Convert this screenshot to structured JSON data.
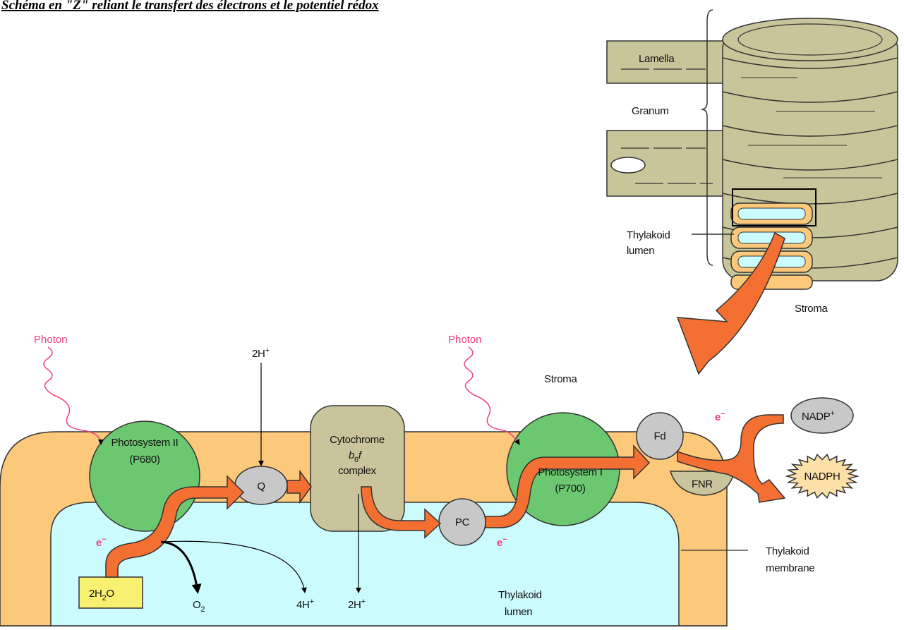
{
  "title": "Schéma en \"Z\" reliant le transfert des électrons et le potentiel rédox",
  "inset": {
    "lamella": "Lamella",
    "granum": "Granum",
    "thylakoid_lumen_1": "Thylakoid",
    "thylakoid_lumen_2": "lumen",
    "stroma": "Stroma"
  },
  "main": {
    "photon_1": "Photon",
    "photon_2": "Photon",
    "h_top": "2H",
    "stroma": "Stroma",
    "ps2_1": "Photosystem II",
    "ps2_2": "(P680)",
    "q": "Q",
    "cyt_1": "Cytochrome",
    "cyt_2a": "b",
    "cyt_2b": "6",
    "cyt_2c": "f",
    "cyt_3": "complex",
    "ps1_1": "Photosystem I",
    "ps1_2": "(P700)",
    "pc": "PC",
    "fd": "Fd",
    "fnr": "FNR",
    "nadp": "NADP",
    "nadph": "NADPH",
    "e_1": "e",
    "e_2": "e",
    "e_3": "e",
    "water_a": "2H",
    "water_b": "2",
    "water_c": "O",
    "o2_a": "O",
    "o2_b": "2",
    "h4": "4H",
    "h2_bottom": "2H",
    "lumen_1": "Thylakoid",
    "lumen_2": "lumen",
    "membrane_1": "Thylakoid",
    "membrane_2": "membrane",
    "plus": "+",
    "minus": "−"
  },
  "colors": {
    "membrane": "#fcc97a",
    "lumen": "#ccfbfd",
    "photosystem": "#6cc870",
    "cytochrome": "#c9c49c",
    "carrier": "#c8c8c8",
    "electron_arrow": "#f47032",
    "photon": "#f0407a",
    "water_box": "#f8f070",
    "nadph": "#fce0a8",
    "granum": "#c8c59a"
  }
}
